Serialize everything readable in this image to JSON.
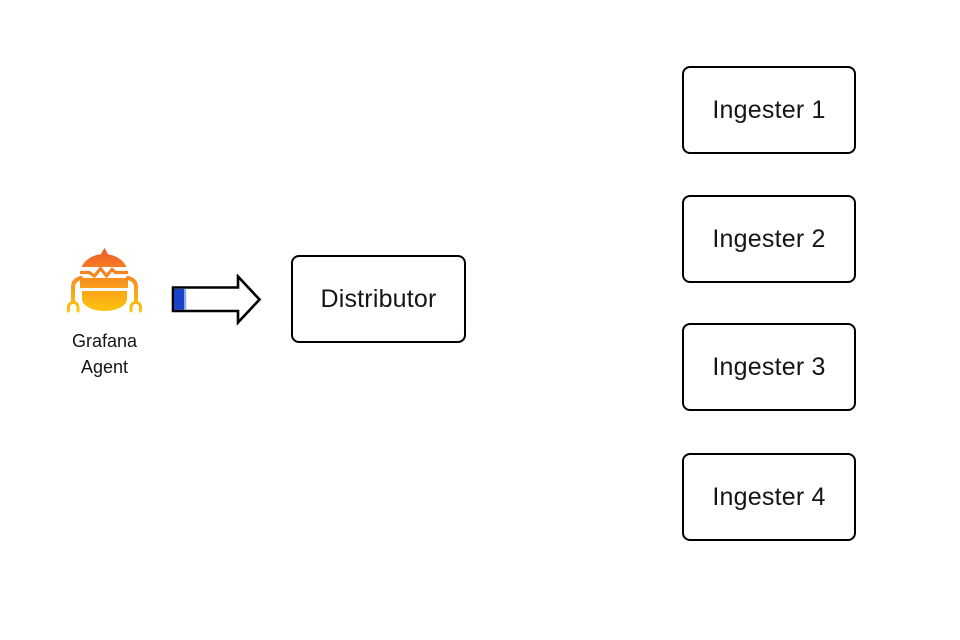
{
  "background": "#FFFFFF",
  "agent": {
    "icon": "grafana-agent-robot-icon",
    "label_line1": "Grafana",
    "label_line2": "Agent",
    "colors": {
      "gradient_top": "#EF5A2B",
      "gradient_mid": "#F8921E",
      "gradient_bottom": "#FEC90D",
      "goggle_band": "#FFFFFF"
    }
  },
  "arrow": {
    "icon": "right-block-arrow-icon",
    "colors": {
      "outline": "#000000",
      "fill": "#FFFFFF",
      "accent_block": "#1843C8",
      "accent_block_fade": "#8FA8E8"
    }
  },
  "nodes": {
    "distributor": {
      "label": "Distributor"
    },
    "ingesters": [
      {
        "label": "Ingester 1"
      },
      {
        "label": "Ingester 2"
      },
      {
        "label": "Ingester 3"
      },
      {
        "label": "Ingester 4"
      }
    ]
  },
  "style": {
    "box_border_color": "#000000",
    "text_color": "#151515"
  }
}
